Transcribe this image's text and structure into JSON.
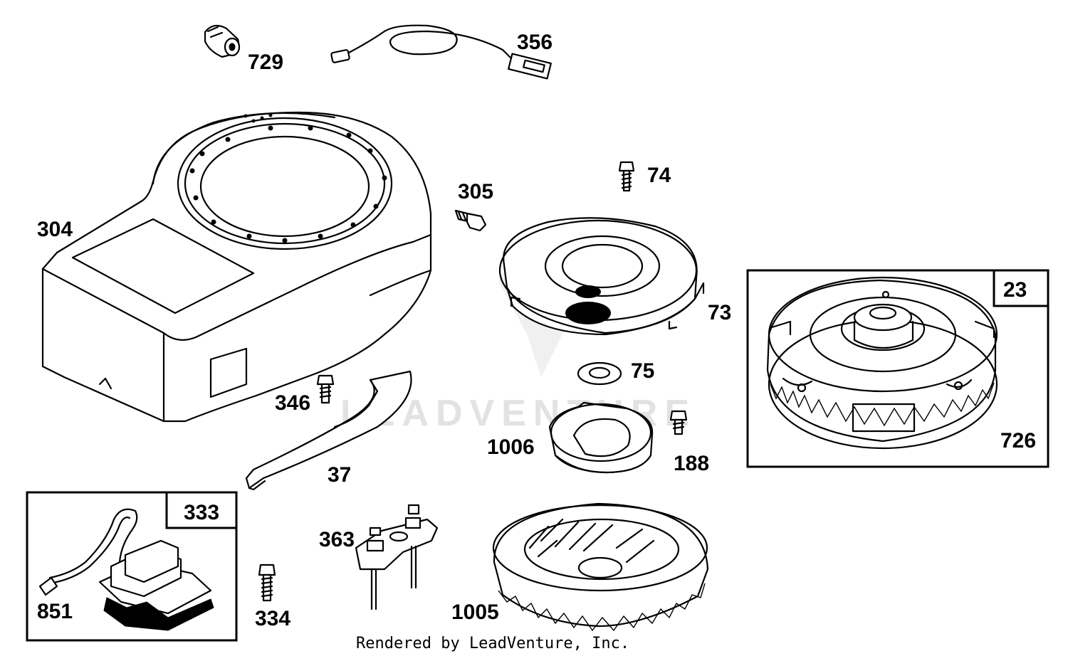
{
  "labels": {
    "p729": "729",
    "p356": "356",
    "p304": "304",
    "p305": "305",
    "p74": "74",
    "p73": "73",
    "p23": "23",
    "p75": "75",
    "p346": "346",
    "p1006": "1006",
    "p188": "188",
    "p726": "726",
    "p37": "37",
    "p333": "333",
    "p363": "363",
    "p851": "851",
    "p334": "334",
    "p1005": "1005"
  },
  "watermark": "LEADVENTURE",
  "footer": "Rendered by LeadVenture, Inc."
}
